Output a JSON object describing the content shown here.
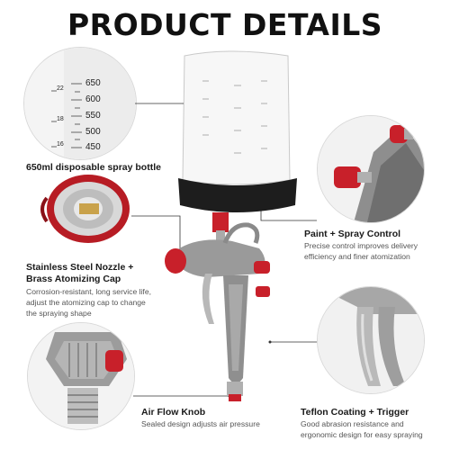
{
  "title": "PRODUCT DETAILS",
  "features": {
    "bottle": {
      "heading": "650ml disposable spray bottle",
      "scale_ml": [
        "650",
        "600",
        "550",
        "500",
        "450"
      ],
      "scale_oz": [
        "22",
        "18",
        "16"
      ]
    },
    "paint_control": {
      "heading": "Paint + Spray Control",
      "desc_line1": "Precise control improves delivery",
      "desc_line2": "efficiency and finer atomization"
    },
    "nozzle": {
      "heading_line1": "Stainless Steel Nozzle +",
      "heading_line2": "Brass Atomizing Cap",
      "desc_line1": "Corrosion-resistant, long service life,",
      "desc_line2": "adjust the atomizing cap to change",
      "desc_line3": "the spraying shape"
    },
    "air_flow": {
      "heading": "Air Flow Knob",
      "desc": "Sealed design adjusts air pressure"
    },
    "teflon": {
      "heading": "Teflon Coating + Trigger",
      "desc_line1": "Good abrasion resistance and",
      "desc_line2": "ergonomic design for easy spraying"
    }
  },
  "colors": {
    "accent_red": "#c8202a",
    "metal": "#9a9a9a",
    "metal_dark": "#6e6e6e",
    "cup_black": "#1d1d1d"
  }
}
